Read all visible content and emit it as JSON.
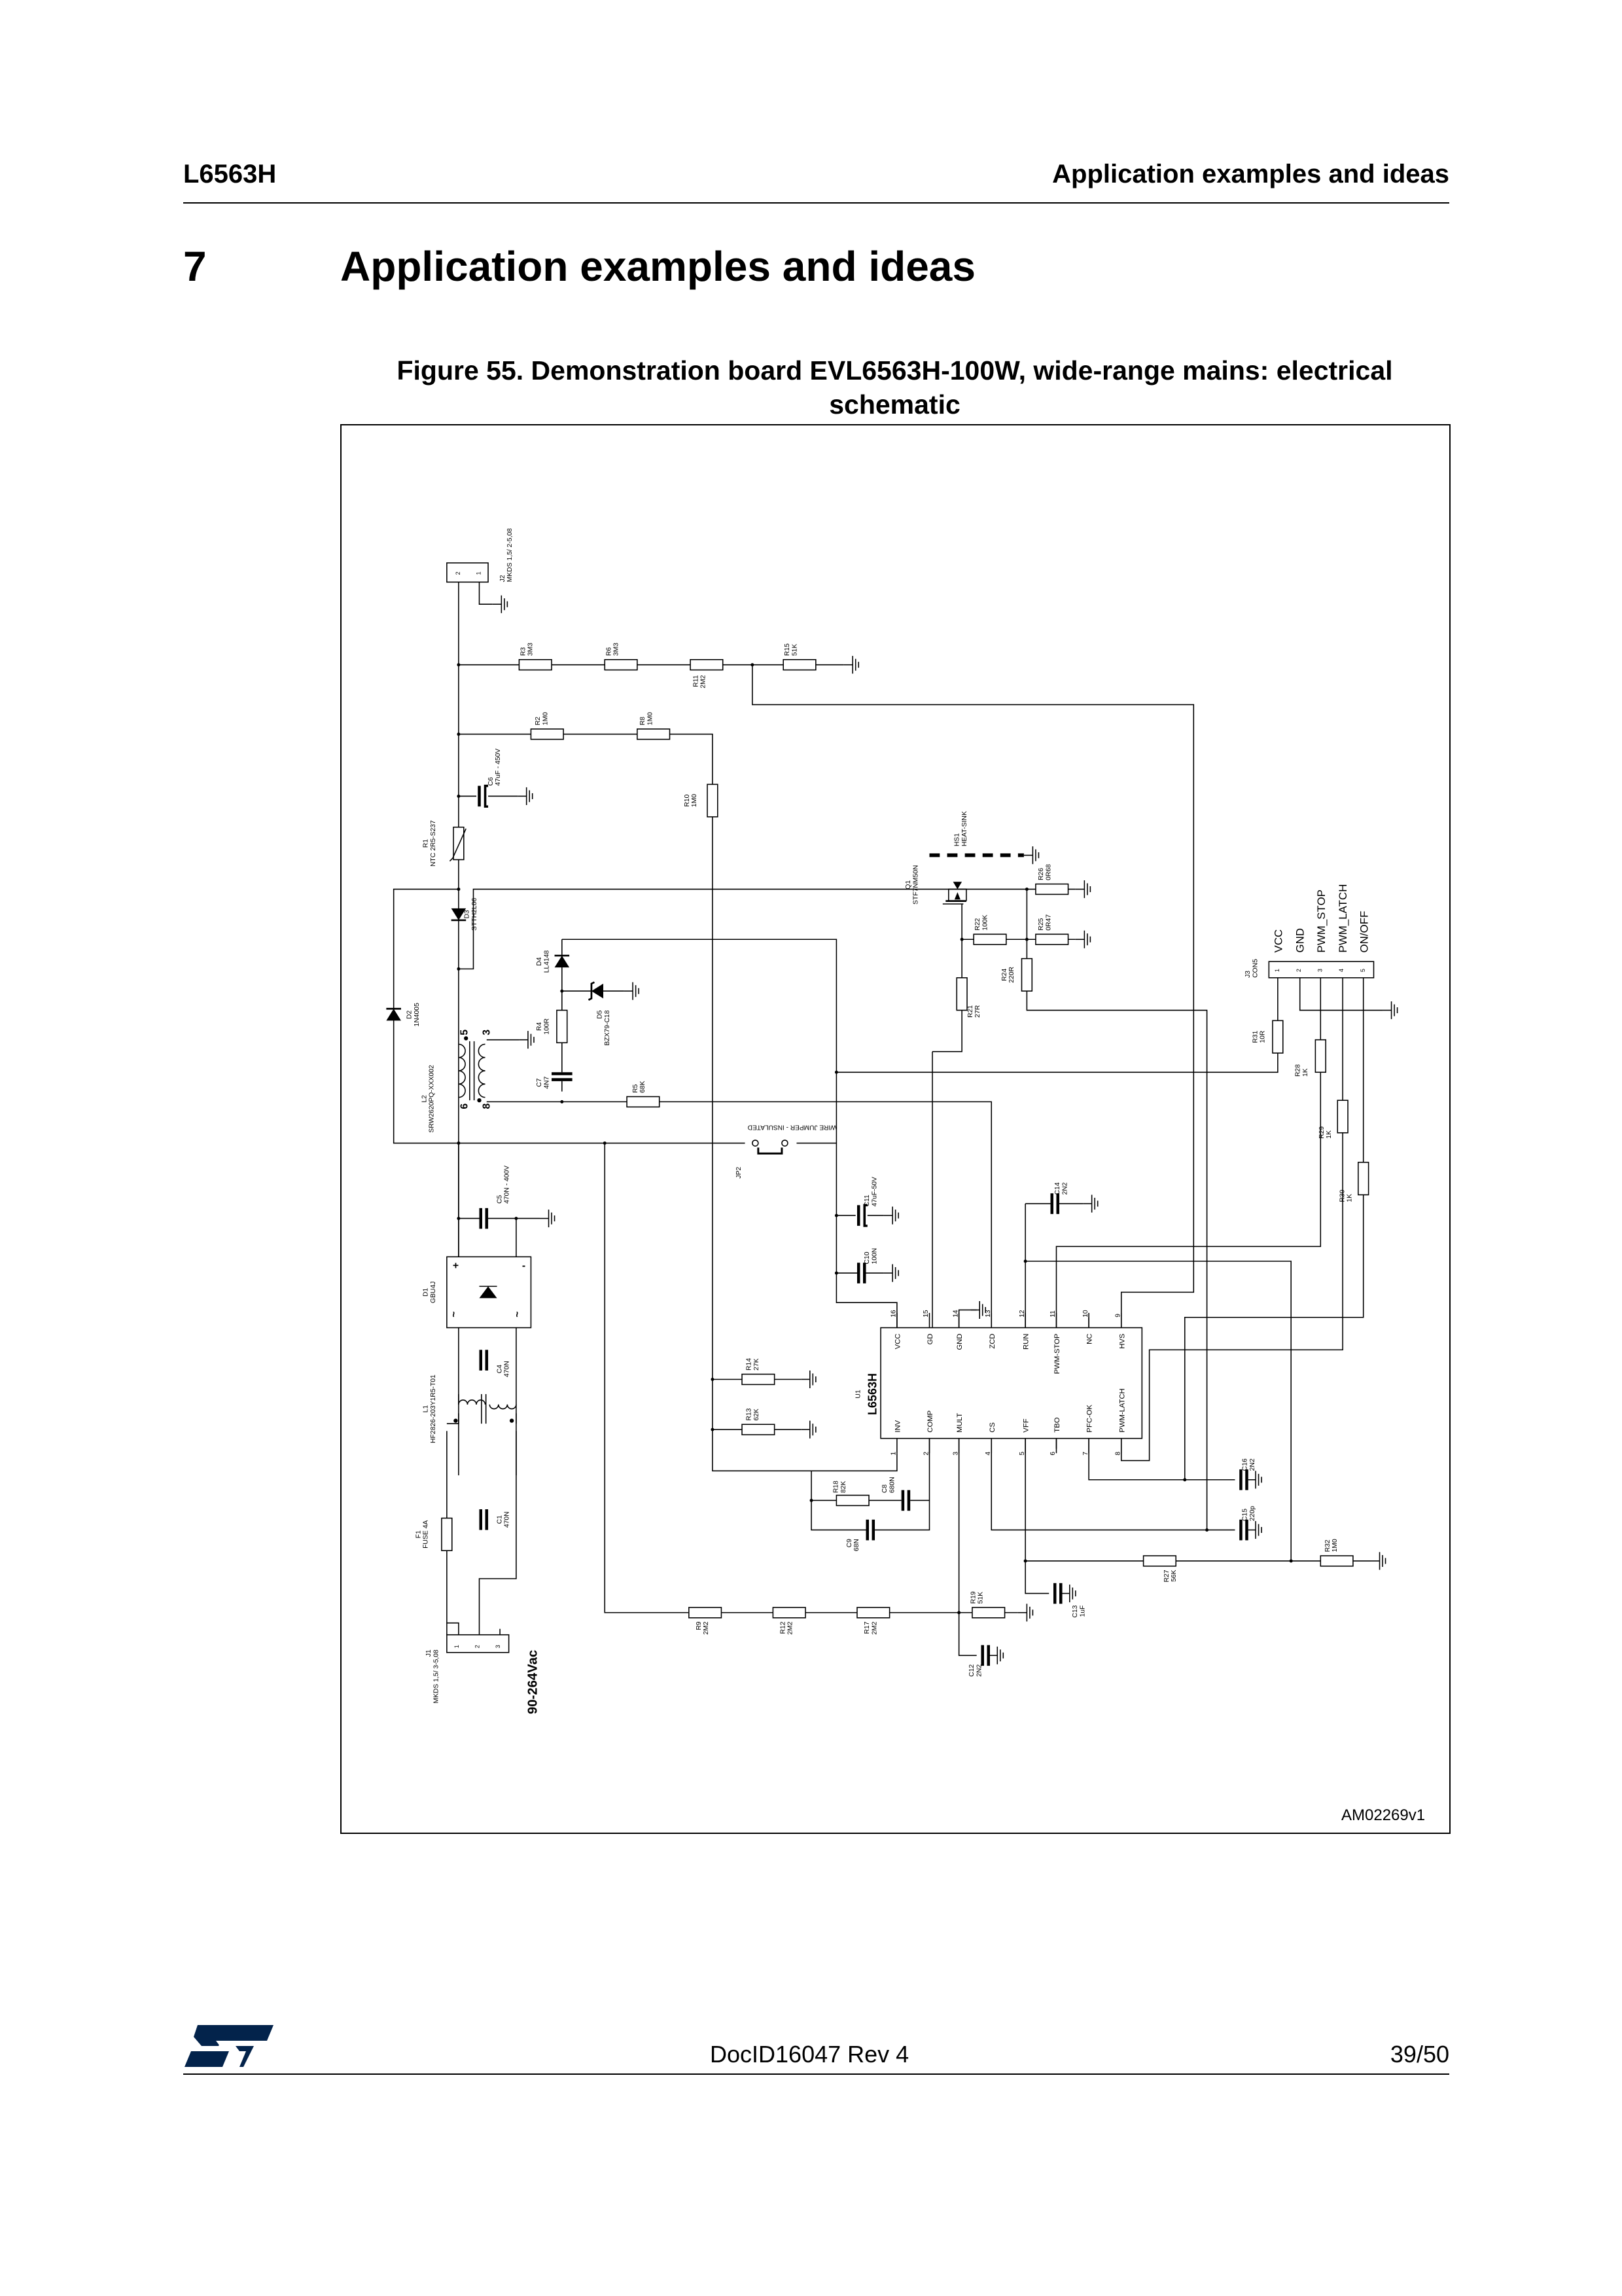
{
  "header": {
    "left": "L6563H",
    "right": "Application examples and ideas"
  },
  "section": {
    "number": "7",
    "title": "Application examples and ideas"
  },
  "figure": {
    "caption_line1": "Figure 55. Demonstration board EVL6563H-100W, wide-range mains: electrical",
    "caption_line2": "schematic",
    "code": "AM02269v1"
  },
  "schematic": {
    "components": [
      {
        "ref": "J2",
        "value": "MKDS 1,5/ 2-5,08"
      },
      {
        "ref": "R3",
        "value": "3M3"
      },
      {
        "ref": "R6",
        "value": "3M3"
      },
      {
        "ref": "R11",
        "value": "2M2"
      },
      {
        "ref": "R15",
        "value": "51K"
      },
      {
        "ref": "R2",
        "value": "1M0"
      },
      {
        "ref": "R8",
        "value": "1M0"
      },
      {
        "ref": "R10",
        "value": "1M0"
      },
      {
        "ref": "C6",
        "value": "47uF - 450V"
      },
      {
        "ref": "R1",
        "value": "NTC 2R5-S237"
      },
      {
        "ref": "D3",
        "value": "STTH2L06"
      },
      {
        "ref": "D2",
        "value": "1N4005"
      },
      {
        "ref": "D4",
        "value": "LL4148"
      },
      {
        "ref": "D5",
        "value": "BZX79-C18"
      },
      {
        "ref": "R4",
        "value": "100R"
      },
      {
        "ref": "C7",
        "value": "4N7"
      },
      {
        "ref": "L2",
        "value": "SRW2620PQ-XXX002"
      },
      {
        "ref": "R5",
        "value": "68K"
      },
      {
        "ref": "JP2",
        "value": ""
      },
      {
        "ref": "C5",
        "value": "470N - 400V"
      },
      {
        "ref": "D1",
        "value": "GBU4J"
      },
      {
        "ref": "C4",
        "value": "470N"
      },
      {
        "ref": "L1",
        "value": "HF2826-203Y1R5-T01"
      },
      {
        "ref": "C1",
        "value": "470N"
      },
      {
        "ref": "F1",
        "value": "FUSE 4A"
      },
      {
        "ref": "J1",
        "value": "MKDS 1,5/ 3-5,08"
      },
      {
        "ref": "R14",
        "value": "27K"
      },
      {
        "ref": "R13",
        "value": "62K"
      },
      {
        "ref": "R18",
        "value": "82K"
      },
      {
        "ref": "C8",
        "value": "680N"
      },
      {
        "ref": "C9",
        "value": "68N"
      },
      {
        "ref": "R9",
        "value": "2M2"
      },
      {
        "ref": "R12",
        "value": "2M2"
      },
      {
        "ref": "R17",
        "value": "2M2"
      },
      {
        "ref": "R19",
        "value": "51K"
      },
      {
        "ref": "C12",
        "value": "2N2"
      },
      {
        "ref": "C13",
        "value": "1uF"
      },
      {
        "ref": "R27",
        "value": "56K"
      },
      {
        "ref": "R32",
        "value": "1M0"
      },
      {
        "ref": "C16",
        "value": "2N2"
      },
      {
        "ref": "C15",
        "value": "220p"
      },
      {
        "ref": "C14",
        "value": "2N2"
      },
      {
        "ref": "C11",
        "value": "47uF-50V"
      },
      {
        "ref": "C10",
        "value": "100N"
      },
      {
        "ref": "R31",
        "value": "10R"
      },
      {
        "ref": "R28",
        "value": "1K"
      },
      {
        "ref": "R29",
        "value": "1K"
      },
      {
        "ref": "R30",
        "value": "1K"
      },
      {
        "ref": "J3",
        "value": "CON5"
      },
      {
        "ref": "Q1",
        "value": "STF7NM50N"
      },
      {
        "ref": "HS1",
        "value": "HEAT-SINK"
      },
      {
        "ref": "R22",
        "value": "100K"
      },
      {
        "ref": "R25",
        "value": "0R47"
      },
      {
        "ref": "R26",
        "value": "0R68"
      },
      {
        "ref": "R24",
        "value": "220R"
      },
      {
        "ref": "R21",
        "value": "27R"
      }
    ],
    "ic": {
      "ref": "U1",
      "name": "L6563H",
      "top_pins": [
        {
          "num": "16",
          "name": "VCC"
        },
        {
          "num": "15",
          "name": "GD"
        },
        {
          "num": "14",
          "name": "GND"
        },
        {
          "num": "13",
          "name": "ZCD"
        },
        {
          "num": "12",
          "name": "RUN"
        },
        {
          "num": "11",
          "name": "PWM-STOP"
        },
        {
          "num": "10",
          "name": "NC"
        },
        {
          "num": "9",
          "name": "HVS"
        }
      ],
      "bottom_pins": [
        {
          "num": "1",
          "name": "INV"
        },
        {
          "num": "2",
          "name": "COMP"
        },
        {
          "num": "3",
          "name": "MULT"
        },
        {
          "num": "4",
          "name": "CS"
        },
        {
          "num": "5",
          "name": "VFF"
        },
        {
          "num": "6",
          "name": "TBO"
        },
        {
          "num": "7",
          "name": "PFC-OK"
        },
        {
          "num": "8",
          "name": "PWM-LATCH"
        }
      ]
    },
    "j3_signals": [
      "VCC",
      "GND",
      "PWM_STOP",
      "PWM_LATCH",
      "ON/OFF"
    ],
    "j3_pins": [
      "1",
      "2",
      "3",
      "4",
      "5"
    ],
    "j1_pins": [
      "1",
      "2",
      "3"
    ],
    "j2_pins": [
      "2",
      "1"
    ],
    "l2_pins": [
      "5",
      "3",
      "6",
      "8"
    ],
    "bridge_marks": [
      "+",
      "-",
      "~",
      "~"
    ],
    "jumper_note": "WIRE JUMPER - INSULATED",
    "input_range": "90-264Vac"
  },
  "footer": {
    "doc_id": "DocID16047 Rev 4",
    "page": "39/50",
    "logo_text": "ST"
  }
}
